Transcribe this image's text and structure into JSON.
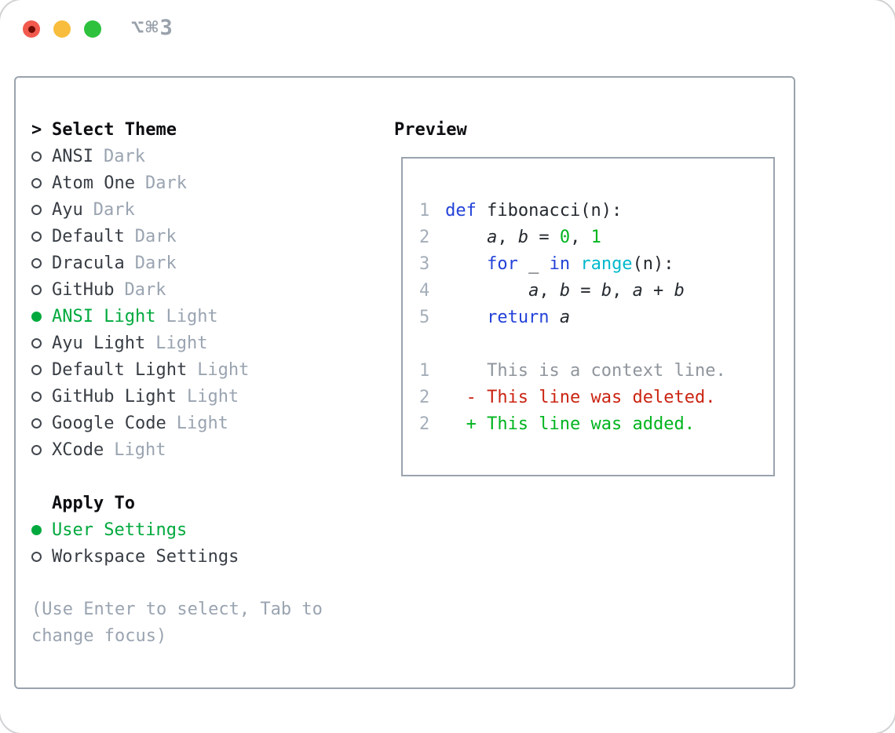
{
  "window": {
    "shortcut": "⌥⌘3"
  },
  "colors": {
    "border_gray": "#9aa3ae",
    "selection_green": "#00a93d",
    "keyword_blue": "#2342d8",
    "builtin_cyan": "#00b9cc",
    "number_green": "#00b41e",
    "deleted_red": "#cb2412",
    "added_green": "#00b41e",
    "muted_gray": "#9aa4b1",
    "traffic_red": "#f25a4e",
    "traffic_yellow": "#f8bd3c",
    "traffic_green": "#2ec13d"
  },
  "theme_panel": {
    "prompt": ">",
    "header": "Select Theme",
    "items": [
      {
        "name": "ANSI",
        "variant": "Dark",
        "selected": false
      },
      {
        "name": "Atom One",
        "variant": "Dark",
        "selected": false
      },
      {
        "name": "Ayu",
        "variant": "Dark",
        "selected": false
      },
      {
        "name": "Default",
        "variant": "Dark",
        "selected": false
      },
      {
        "name": "Dracula",
        "variant": "Dark",
        "selected": false
      },
      {
        "name": "GitHub",
        "variant": "Dark",
        "selected": false
      },
      {
        "name": "ANSI Light",
        "variant": "Light",
        "selected": true
      },
      {
        "name": "Ayu Light",
        "variant": "Light",
        "selected": false
      },
      {
        "name": "Default Light",
        "variant": "Light",
        "selected": false
      },
      {
        "name": "GitHub Light",
        "variant": "Light",
        "selected": false
      },
      {
        "name": "Google Code",
        "variant": "Light",
        "selected": false
      },
      {
        "name": "XCode",
        "variant": "Light",
        "selected": false
      }
    ],
    "apply_to": {
      "header": "Apply To",
      "options": [
        {
          "label": "User Settings",
          "selected": true
        },
        {
          "label": "Workspace Settings",
          "selected": false
        }
      ]
    },
    "hint": "(Use Enter to select, Tab to change focus)"
  },
  "preview": {
    "header": "Preview",
    "lines": [
      {
        "no": "1",
        "segments": [
          {
            "t": "def",
            "c": "kw"
          },
          {
            "t": " fibonacci(n):",
            "c": "plain"
          }
        ]
      },
      {
        "no": "2",
        "segments": [
          {
            "t": "    ",
            "c": "plain"
          },
          {
            "t": "a",
            "c": "var"
          },
          {
            "t": ", ",
            "c": "plain"
          },
          {
            "t": "b",
            "c": "var"
          },
          {
            "t": " = ",
            "c": "plain"
          },
          {
            "t": "0",
            "c": "num"
          },
          {
            "t": ", ",
            "c": "plain"
          },
          {
            "t": "1",
            "c": "num"
          }
        ]
      },
      {
        "no": "3",
        "segments": [
          {
            "t": "    ",
            "c": "plain"
          },
          {
            "t": "for",
            "c": "kw"
          },
          {
            "t": " _ ",
            "c": "plain"
          },
          {
            "t": "in",
            "c": "kw"
          },
          {
            "t": " ",
            "c": "plain"
          },
          {
            "t": "range",
            "c": "builtin"
          },
          {
            "t": "(n):",
            "c": "plain"
          }
        ]
      },
      {
        "no": "4",
        "segments": [
          {
            "t": "        ",
            "c": "plain"
          },
          {
            "t": "a",
            "c": "var"
          },
          {
            "t": ", ",
            "c": "plain"
          },
          {
            "t": "b",
            "c": "var"
          },
          {
            "t": " = ",
            "c": "plain"
          },
          {
            "t": "b",
            "c": "var"
          },
          {
            "t": ", ",
            "c": "plain"
          },
          {
            "t": "a",
            "c": "var"
          },
          {
            "t": " + ",
            "c": "plain"
          },
          {
            "t": "b",
            "c": "var"
          }
        ]
      },
      {
        "no": "5",
        "segments": [
          {
            "t": "    ",
            "c": "plain"
          },
          {
            "t": "return",
            "c": "kw"
          },
          {
            "t": " ",
            "c": "plain"
          },
          {
            "t": "a",
            "c": "var"
          }
        ]
      },
      {
        "no": "",
        "segments": []
      },
      {
        "no": "1",
        "segments": [
          {
            "t": "    This is a context line.",
            "c": "ctx"
          }
        ]
      },
      {
        "no": "2",
        "segments": [
          {
            "t": "  - This line was deleted.",
            "c": "del"
          }
        ]
      },
      {
        "no": "2",
        "segments": [
          {
            "t": "  + This line was added.",
            "c": "add"
          }
        ]
      }
    ]
  }
}
